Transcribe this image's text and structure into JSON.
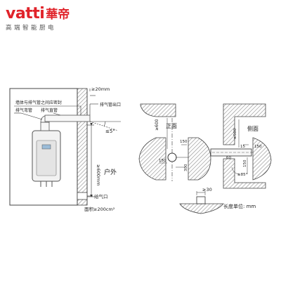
{
  "logo": {
    "latin": "vatti",
    "chinese": "華帝",
    "slogan": "高端智能厨电"
  },
  "left_diagram": {
    "callout_seal": "墙体与排气管之间应密封",
    "callout_exhaust_outlet": "排气管出口",
    "callout_elbow": "排气弯管",
    "callout_straight": "排气直管",
    "gap_top": "≥20mm",
    "slope_angle": "≤5°",
    "height": "≥600mm",
    "outdoor": "户外",
    "intake": "给气口",
    "area": "面积≥200cm²"
  },
  "right_diagram": {
    "front_label": "正面",
    "side_label": "侧面",
    "dim_600": "≥600",
    "dim_150": "150",
    "dim_300": "300",
    "dim_500": "≥500",
    "dim_15": "15",
    "dim_30": "≥30",
    "dim_60": "60",
    "dim_angle": "≥85°",
    "unit_note": "长度单位: mm"
  },
  "colors": {
    "brand_red": "#e0232a",
    "hatch": "#8a8a8a",
    "line": "#333333"
  }
}
